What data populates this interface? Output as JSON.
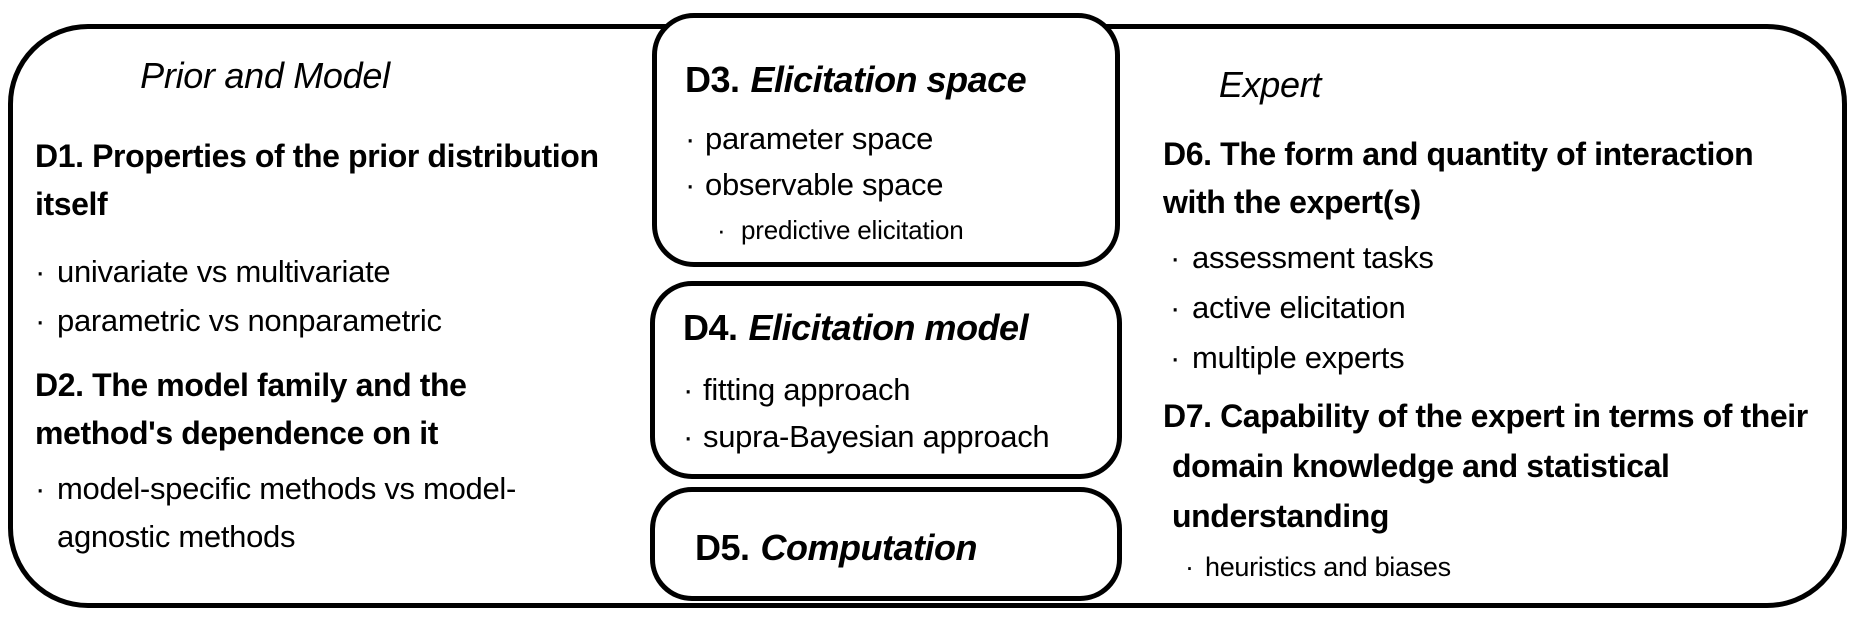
{
  "ui": {
    "bullet_char": "·",
    "border_color": "#000000",
    "background_color": "#ffffff",
    "text_color": "#000000"
  },
  "left_column": {
    "header": "Prior and Model",
    "d1": {
      "heading": "D1. Properties of the prior distribution itself",
      "items": [
        "univariate vs multivariate",
        "parametric vs nonparametric"
      ]
    },
    "d2": {
      "heading": "D2. The model family and the method's dependence on it",
      "items": [
        "model-specific methods vs model-agnostic methods"
      ]
    }
  },
  "middle_column": {
    "d3": {
      "prefix": "D3.",
      "title": "Elicitation space",
      "items": [
        "parameter space",
        "observable space"
      ],
      "sub_items": [
        "predictive elicitation"
      ]
    },
    "d4": {
      "prefix": "D4.",
      "title": "Elicitation model",
      "items": [
        "fitting approach",
        "supra-Bayesian approach"
      ]
    },
    "d5": {
      "prefix": "D5.",
      "title": "Computation"
    }
  },
  "right_column": {
    "header": "Expert",
    "d6": {
      "heading": "D6. The form and quantity of interaction with the expert(s)",
      "items": [
        "assessment tasks",
        "active elicitation",
        "multiple experts"
      ]
    },
    "d7": {
      "heading": "D7. Capability of the expert in terms of their domain knowledge and statistical understanding",
      "items": [
        "heuristics and biases"
      ]
    }
  }
}
